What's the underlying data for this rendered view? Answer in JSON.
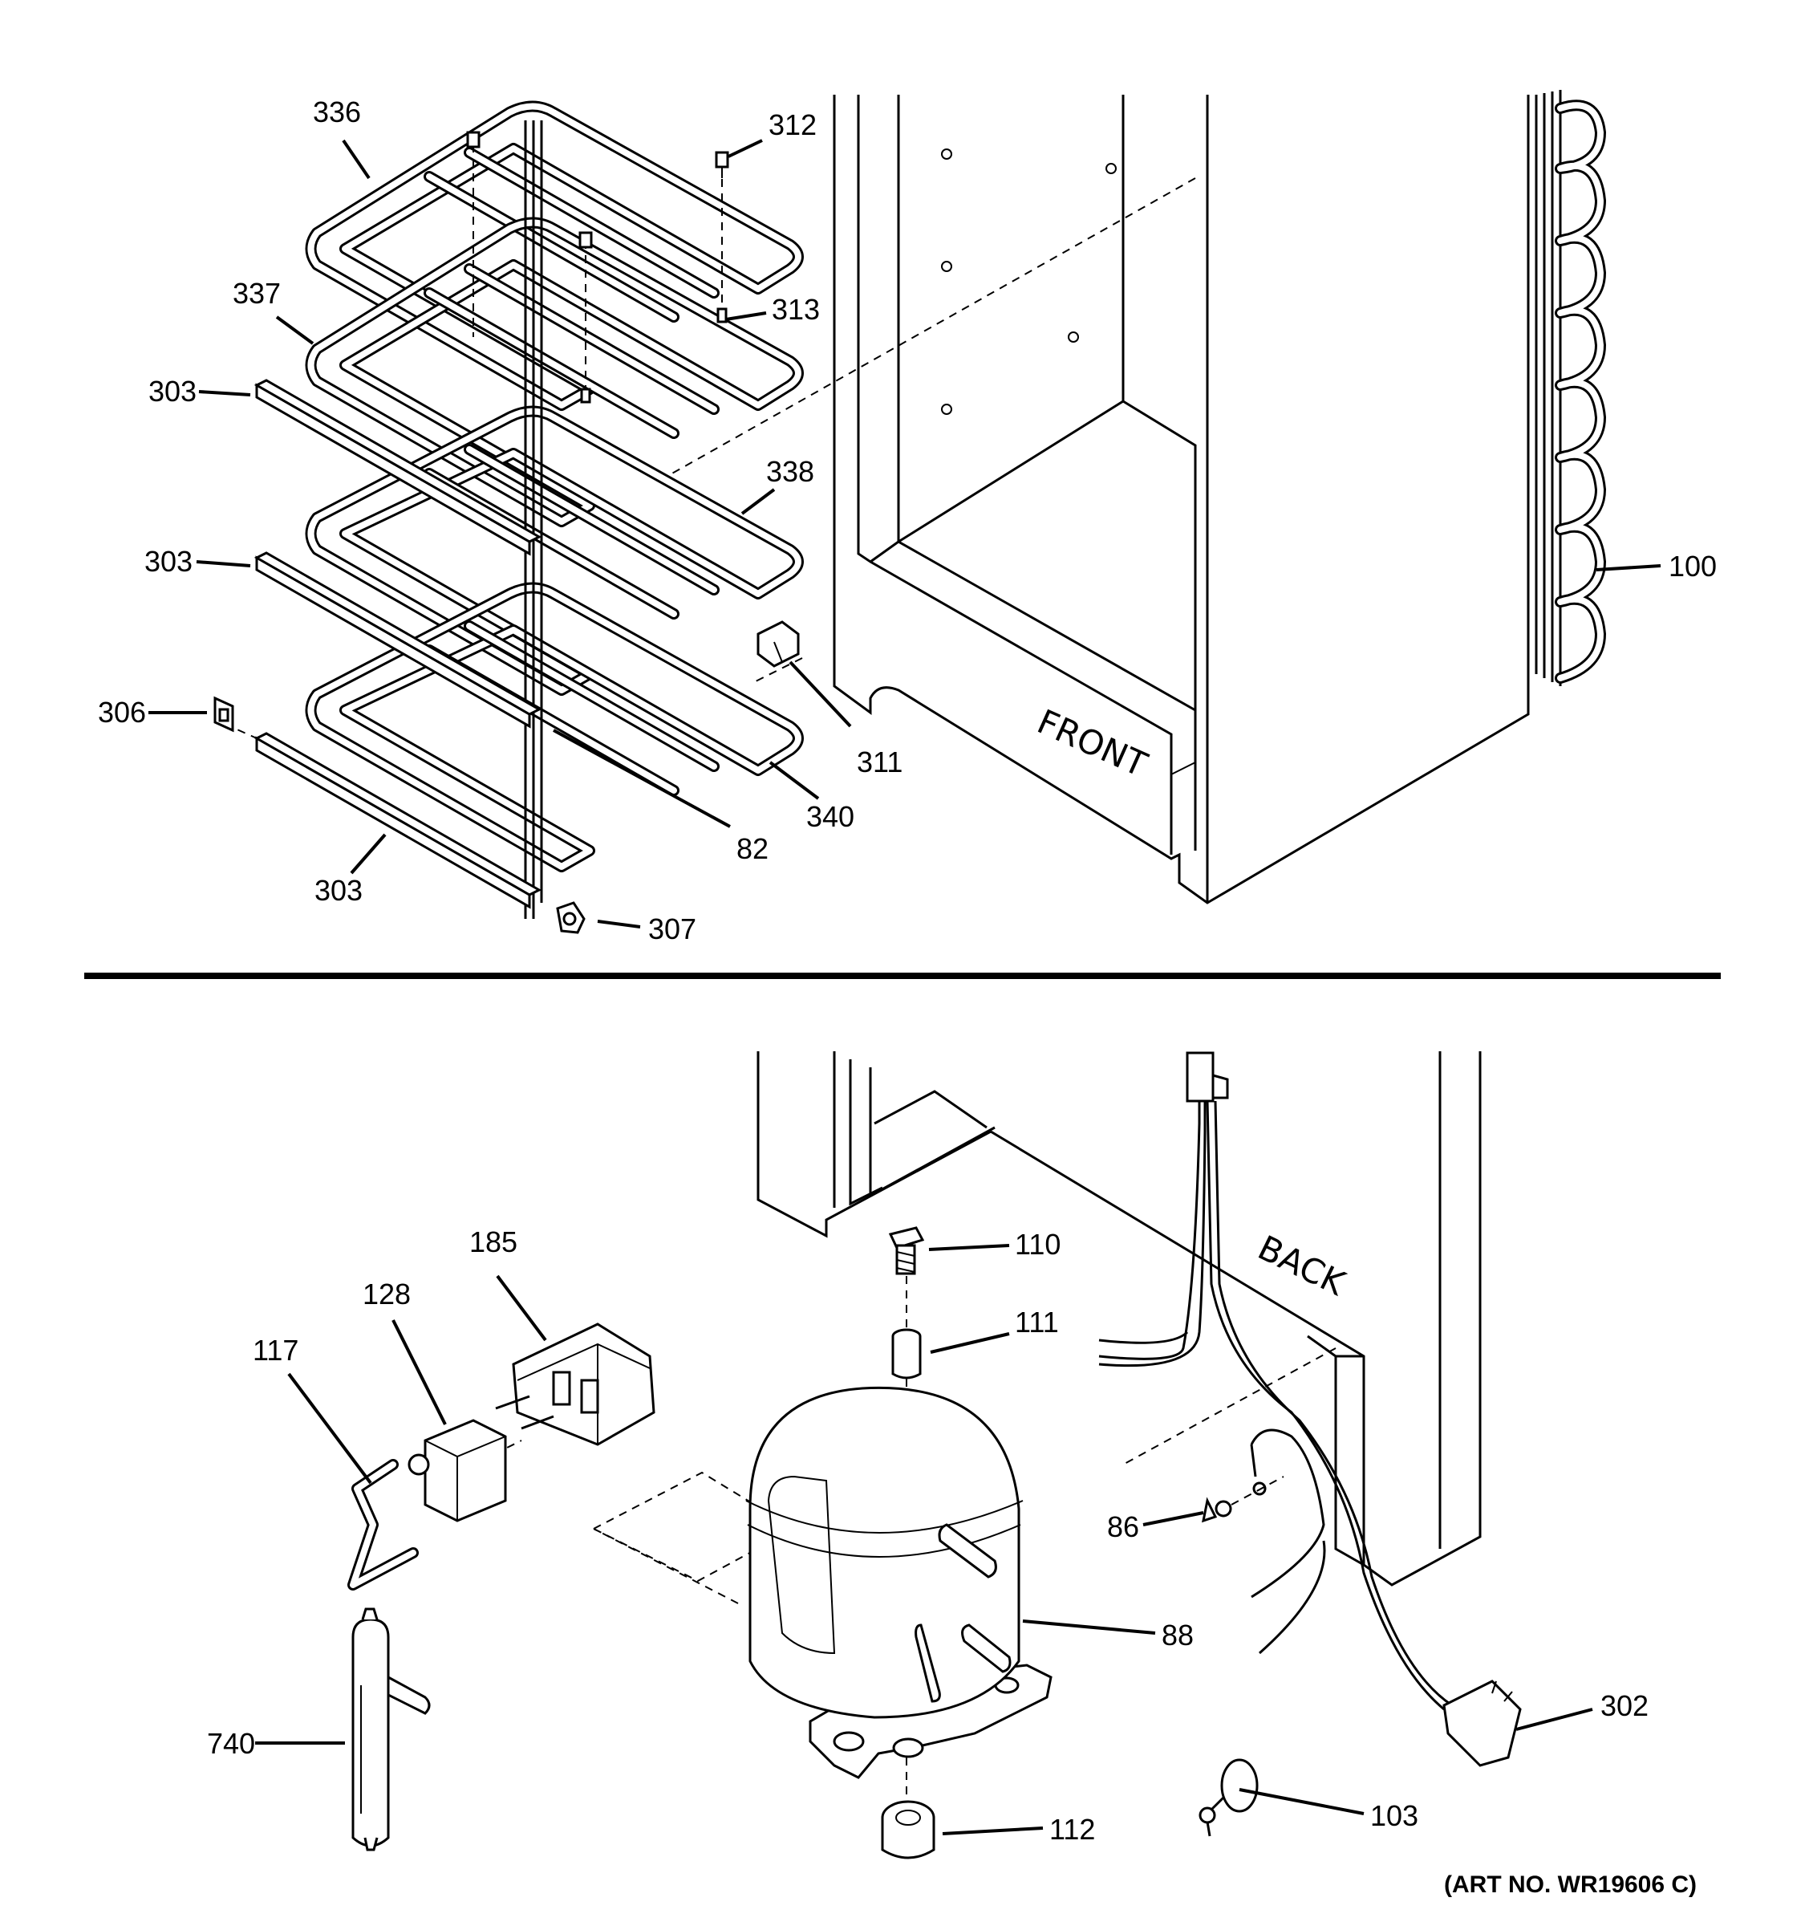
{
  "labels": {
    "upper_section": {
      "l336": "336",
      "l312": "312",
      "l337": "337",
      "l313": "313",
      "l303_top": "303",
      "l338": "338",
      "l303_mid": "303",
      "l100": "100",
      "l306": "306",
      "l311": "311",
      "l340": "340",
      "l82": "82",
      "l303_bot": "303",
      "l307": "307",
      "front": "FRONT"
    },
    "lower_section": {
      "l185": "185",
      "l110": "110",
      "l128": "128",
      "l111": "111",
      "l117": "117",
      "back": "BACK",
      "l86": "86",
      "l88": "88",
      "l740": "740",
      "l302": "302",
      "l112": "112",
      "l103": "103"
    }
  },
  "art_number": "(ART NO. WR19606 C)"
}
